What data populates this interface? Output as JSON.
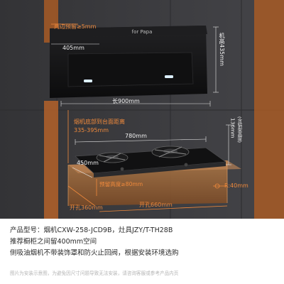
{
  "labels": {
    "side_clearance": "两边预留≥5mm",
    "hood_width": "405mm",
    "hood_height": "机高435mm",
    "hood_length": "长900mm",
    "hood_to_counter": "烟机底部到台面距离",
    "hood_to_counter_range": "335-395mm",
    "stove_length": "780mm",
    "stove_depth": "450mm",
    "stove_height": "136mm",
    "stove_height_note": "(含锅架高度)",
    "cabinet_clearance": "预留高度≥80mm",
    "corner_radius": "R:40mm",
    "cutout_depth": "开孔360mm",
    "cutout_length": "开孔660mm",
    "brand_mark": "for Papa"
  },
  "product": {
    "model_line": "产品型号：烟机CXW-258-JCD9B，灶具JZY/T-TH28B",
    "cabinet_line": "推荐橱柜之间留400mm空间",
    "install_line": "侧吸油烟机不带装饰罩和防火止回阀，根据安装环境选购",
    "disclaimer": "图片为安装示意图，为避免因尺寸问题导致无法安装，请咨询客服或参考产品内页"
  },
  "colors": {
    "accent_orange": "#f08a3c",
    "background": "#3c3c3e",
    "cabinet_fill": "#a0683a"
  }
}
